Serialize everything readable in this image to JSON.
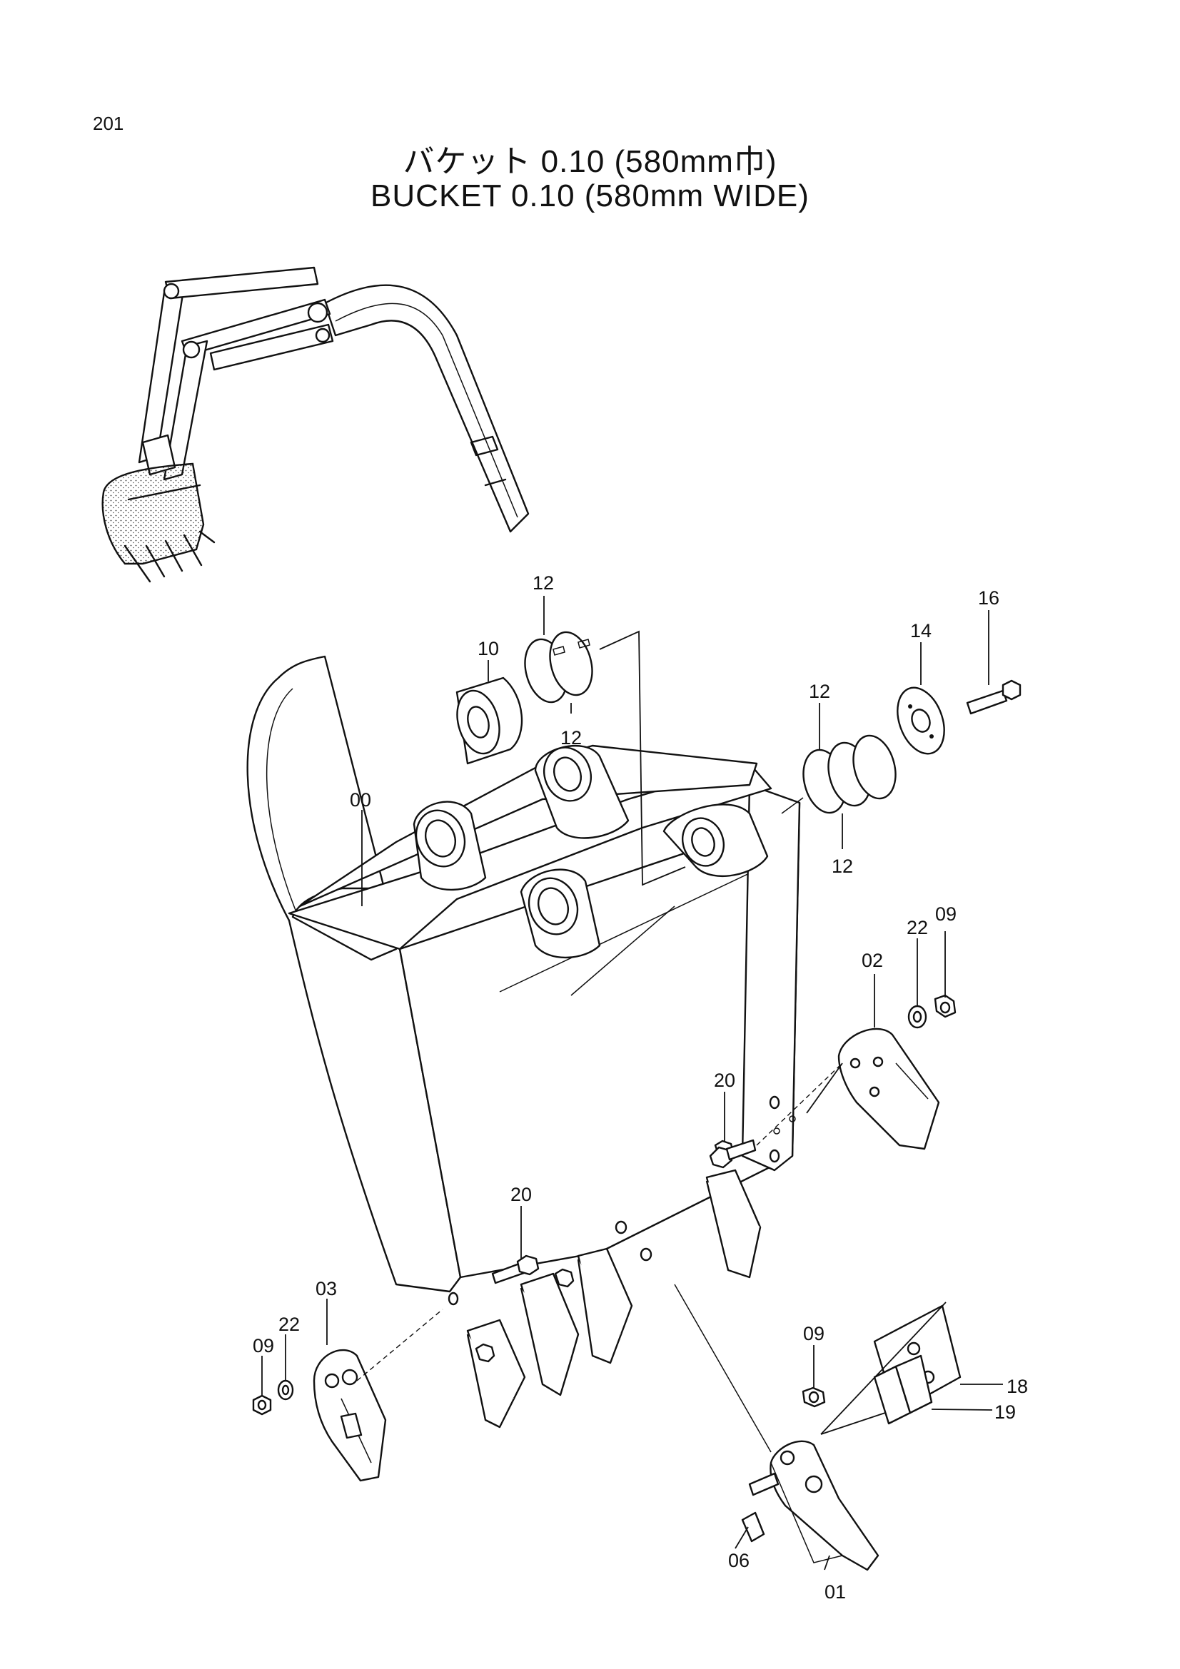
{
  "page_number": "201",
  "title": {
    "jp": "バケット 0.10 (580mm巾)",
    "en": "BUCKET 0.10 (580mm WIDE)"
  },
  "callouts": {
    "c00": "00",
    "c01": "01",
    "c02": "02",
    "c03": "03",
    "c06": "06",
    "c09a": "09",
    "c09b": "09",
    "c09c": "09",
    "c10": "10",
    "c12a": "12",
    "c12b": "12",
    "c12c": "12",
    "c12d": "12",
    "c14": "14",
    "c16": "16",
    "c18": "18",
    "c19": "19",
    "c20a": "20",
    "c20b": "20",
    "c22a": "22",
    "c22b": "22"
  }
}
